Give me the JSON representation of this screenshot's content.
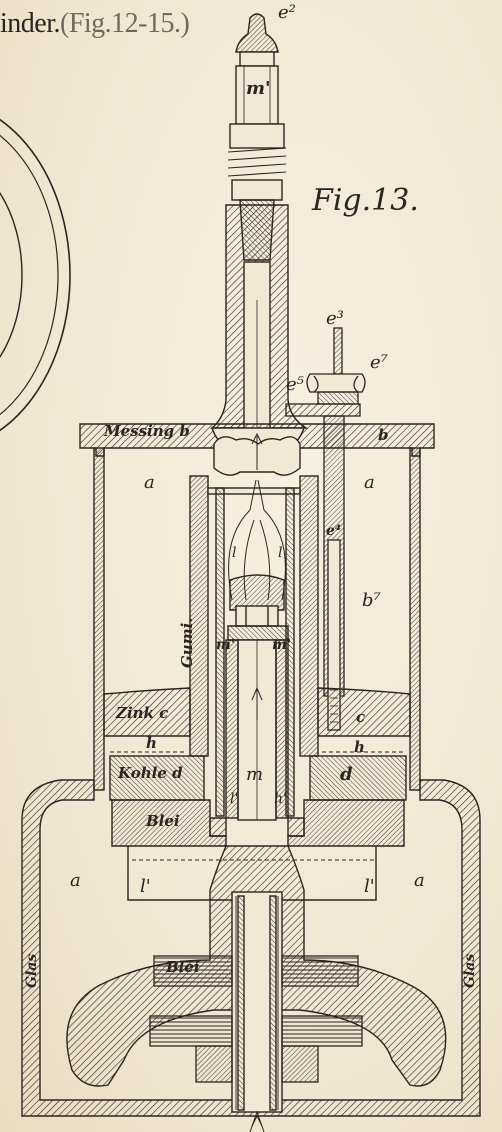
{
  "header": {
    "text": "inder.",
    "ref": "(Fig.12-15.)"
  },
  "figure_label": "Fig.13.",
  "labels": {
    "e2": "e²",
    "m1": "m'",
    "e3": "e³",
    "e7": "e⁷",
    "e5": "e⁵",
    "messing": "Messing b",
    "b": "b",
    "a_left_top": "a",
    "a_right_top": "a",
    "e4": "e⁴",
    "l_left": "l",
    "l_right": "l",
    "b7": "b⁷",
    "gumi": "Gumi.",
    "m_left": "m'",
    "m_right": "m'",
    "zink": "Zink c",
    "c_right": "c",
    "h_left": "h",
    "h_right": "h",
    "kohle": "Kohle d",
    "d_right": "d",
    "m_center": "m",
    "blei_top": "Blei",
    "a_left_bottom": "a",
    "a_right_bottom": "a",
    "l1_left": "l'",
    "l1_right": "l'",
    "glas_left": "Glas",
    "glas_right": "Glas",
    "blei_bottom": "Blei",
    "h_small": "h'",
    "l_small": "l'"
  }
}
